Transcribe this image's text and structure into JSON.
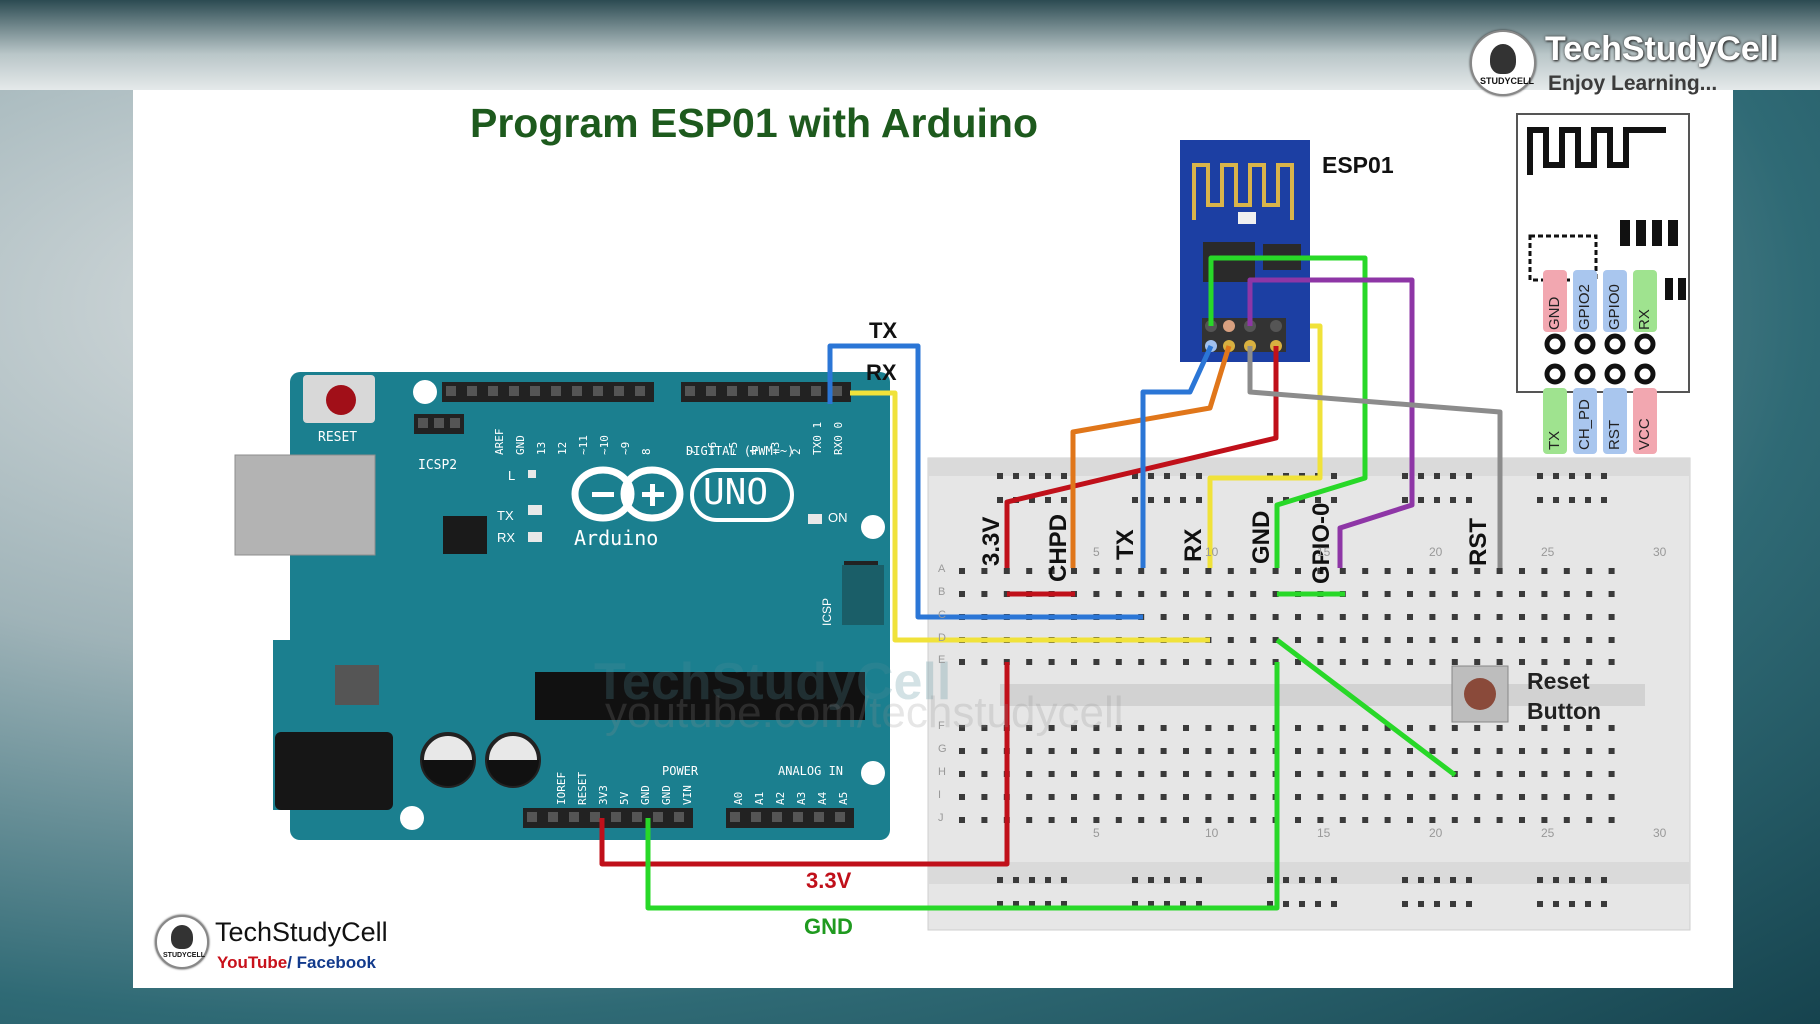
{
  "title": "Program ESP01 with Arduino",
  "brand_top": {
    "name": "TechStudyCell",
    "tagline": "Enjoy Learning...",
    "logo": "techstudycell-logo"
  },
  "brand_bottom": {
    "name": "TechStudyCell",
    "youtube": "YouTube",
    "separator": "/ ",
    "facebook": "Facebook"
  },
  "watermark": {
    "url": "youtube.com/techstudycell"
  },
  "esp01": {
    "label": "ESP01"
  },
  "esp_pinout": {
    "top_pins": [
      "GND",
      "GPIO2",
      "GPIO0",
      "RX"
    ],
    "bottom_pins": [
      "TX",
      "CH_PD",
      "RST",
      "VCC"
    ],
    "colors": {
      "GND": "#f2a7b0",
      "GPIO2": "#a9c6ee",
      "GPIO0": "#a9c6ee",
      "RX": "#9fe38f",
      "TX": "#9fe38f",
      "CH_PD": "#a9c6ee",
      "RST": "#a9c6ee",
      "VCC": "#f2a7b0"
    }
  },
  "arduino": {
    "reset_label": "RESET",
    "icsp2_label": "ICSP2",
    "icsp_label": "ICSP",
    "logo_text": "Arduino",
    "model": "UNO",
    "digital_label": "DIGITAL (PWM=~)",
    "digital_pins": [
      "AREF",
      "GND",
      "13",
      "12",
      "~11",
      "~10",
      "~9",
      "8",
      "7",
      "~6",
      "~5",
      "4",
      "~3",
      "2",
      "TX0 1",
      "RX0 0"
    ],
    "led_l": "L",
    "led_tx": "TX",
    "led_rx": "RX",
    "led_on": "ON",
    "power_label": "POWER",
    "power_pins": [
      "IOREF",
      "RESET",
      "3V3",
      "5V",
      "GND",
      "GND",
      "VIN"
    ],
    "analog_label": "ANALOG IN",
    "analog_pins": [
      "A0",
      "A1",
      "A2",
      "A3",
      "A4",
      "A5"
    ]
  },
  "wire_labels": {
    "tx": "TX",
    "rx": "RX",
    "v33": "3.3V",
    "gnd": "GND"
  },
  "breadboard": {
    "column_labels": [
      "3.3V",
      "CHPD",
      "TX",
      "RX",
      "GND",
      "GPIO-0",
      "RST"
    ],
    "row_letters": [
      "A",
      "B",
      "C",
      "D",
      "E",
      "F",
      "G",
      "H",
      "I",
      "J"
    ],
    "column_numbers": [
      "5",
      "10",
      "15",
      "20",
      "25",
      "30"
    ],
    "reset_button_label_1": "Reset",
    "reset_button_label_2": "Button"
  },
  "colors": {
    "green_title": "#1d5a1d",
    "board_teal": "#1b7f8f",
    "wire_red": "#c0101a",
    "wire_green": "#28d828",
    "wire_blue": "#2b76d6",
    "wire_yellow": "#f0e23a",
    "wire_orange": "#e0761a",
    "wire_purple": "#8e36a6",
    "wire_gray": "#8c8c8c"
  }
}
